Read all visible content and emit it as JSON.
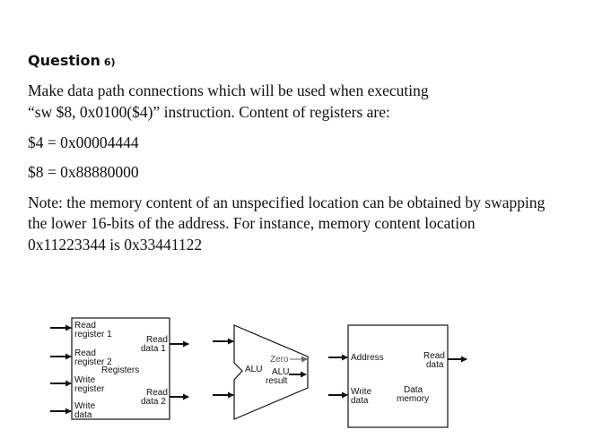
{
  "question": {
    "title": "Question",
    "number": "6)",
    "instruction_line1": "Make data path connections which will be used when executing",
    "instruction_line2": "“sw $8, 0x0100($4)” instruction. Content of registers are:",
    "reg4": "$4 = 0x00004444",
    "reg8": "$8 = 0x88880000",
    "note_line1": "Note: the memory content of an unspecified location can be obtained by swapping",
    "note_line2": "the lower 16-bits of the address. For instance, memory content location",
    "note_line3": "0x11223344 is 0x33441122"
  },
  "registers": {
    "read_register1_a": "Read",
    "read_register1_b": "register 1",
    "read_register2_a": "Read",
    "read_register2_b": "register 2",
    "write_register_a": "Write",
    "write_register_b": "register",
    "write_data_a": "Write",
    "write_data_b": "data",
    "read_data1_a": "Read",
    "read_data1_b": "data 1",
    "read_data2_a": "Read",
    "read_data2_b": "data 2",
    "name": "Registers"
  },
  "alu": {
    "name": "ALU",
    "zero": "Zero",
    "result_a": "ALU",
    "result_b": "result"
  },
  "data_memory": {
    "address": "Address",
    "write_data_a": "Write",
    "write_data_b": "data",
    "read_data_a": "Read",
    "read_data_b": "data",
    "name_a": "Data",
    "name_b": "memory"
  }
}
